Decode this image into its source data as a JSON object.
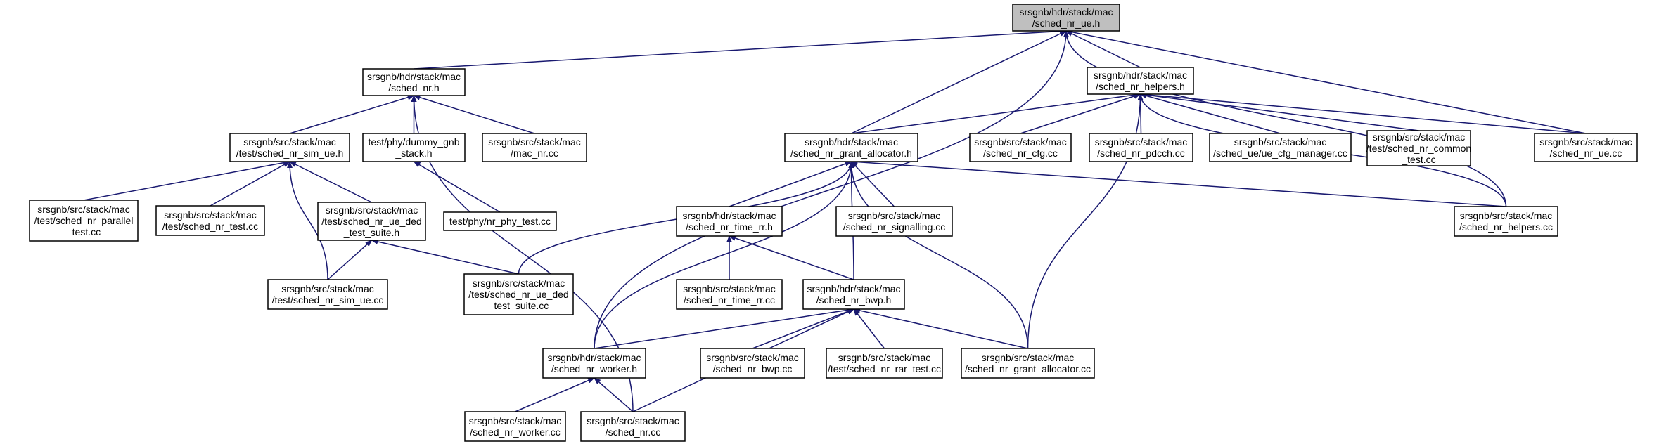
{
  "colors": {
    "edge": "#191970",
    "node_border": "#000000",
    "root_fill": "#bfbfbf",
    "node_fill": "#ffffff"
  },
  "nodes": [
    {
      "id": "n_root",
      "lines": [
        "srsgnb/hdr/stack/mac",
        "/sched_nr_ue.h"
      ]
    },
    {
      "id": "n_sched_nr_h",
      "lines": [
        "srsgnb/hdr/stack/mac",
        "/sched_nr.h"
      ]
    },
    {
      "id": "n_helpers_h",
      "lines": [
        "srsgnb/hdr/stack/mac",
        "/sched_nr_helpers.h"
      ]
    },
    {
      "id": "n_sim_ue_h",
      "lines": [
        "srsgnb/src/stack/mac",
        "/test/sched_nr_sim_ue.h"
      ]
    },
    {
      "id": "n_dummy_gnb",
      "lines": [
        "test/phy/dummy_gnb",
        "_stack.h"
      ]
    },
    {
      "id": "n_mac_nr_cc",
      "lines": [
        "srsgnb/src/stack/mac",
        "/mac_nr.cc"
      ]
    },
    {
      "id": "n_grant_alloc_h",
      "lines": [
        "srsgnb/hdr/stack/mac",
        "/sched_nr_grant_allocator.h"
      ]
    },
    {
      "id": "n_cfg_cc",
      "lines": [
        "srsgnb/src/stack/mac",
        "/sched_nr_cfg.cc"
      ]
    },
    {
      "id": "n_pdcch_cc",
      "lines": [
        "srsgnb/src/stack/mac",
        "/sched_nr_pdcch.cc"
      ]
    },
    {
      "id": "n_ue_cfg_mgr",
      "lines": [
        "srsgnb/src/stack/mac",
        "/sched_ue/ue_cfg_manager.cc"
      ]
    },
    {
      "id": "n_common_test",
      "lines": [
        "srsgnb/src/stack/mac",
        "/test/sched_nr_common",
        "_test.cc"
      ]
    },
    {
      "id": "n_ue_cc",
      "lines": [
        "srsgnb/src/stack/mac",
        "/sched_nr_ue.cc"
      ]
    },
    {
      "id": "n_parallel_test",
      "lines": [
        "srsgnb/src/stack/mac",
        "/test/sched_nr_parallel",
        "_test.cc"
      ]
    },
    {
      "id": "n_nr_test",
      "lines": [
        "srsgnb/src/stack/mac",
        "/test/sched_nr_test.cc"
      ]
    },
    {
      "id": "n_ded_suite_h",
      "lines": [
        "srsgnb/src/stack/mac",
        "/test/sched_nr_ue_ded",
        "_test_suite.h"
      ]
    },
    {
      "id": "n_nr_phy_test",
      "lines": [
        "test/phy/nr_phy_test.cc"
      ]
    },
    {
      "id": "n_time_rr_h",
      "lines": [
        "srsgnb/hdr/stack/mac",
        "/sched_nr_time_rr.h"
      ]
    },
    {
      "id": "n_signalling",
      "lines": [
        "srsgnb/src/stack/mac",
        "/sched_nr_signalling.cc"
      ]
    },
    {
      "id": "n_helpers_cc",
      "lines": [
        "srsgnb/src/stack/mac",
        "/sched_nr_helpers.cc"
      ]
    },
    {
      "id": "n_sim_ue_cc",
      "lines": [
        "srsgnb/src/stack/mac",
        "/test/sched_nr_sim_ue.cc"
      ]
    },
    {
      "id": "n_ded_suite_cc",
      "lines": [
        "srsgnb/src/stack/mac",
        "/test/sched_nr_ue_ded",
        "_test_suite.cc"
      ]
    },
    {
      "id": "n_time_rr_cc",
      "lines": [
        "srsgnb/src/stack/mac",
        "/sched_nr_time_rr.cc"
      ]
    },
    {
      "id": "n_bwp_h",
      "lines": [
        "srsgnb/hdr/stack/mac",
        "/sched_nr_bwp.h"
      ]
    },
    {
      "id": "n_worker_h",
      "lines": [
        "srsgnb/hdr/stack/mac",
        "/sched_nr_worker.h"
      ]
    },
    {
      "id": "n_bwp_cc",
      "lines": [
        "srsgnb/src/stack/mac",
        "/sched_nr_bwp.cc"
      ]
    },
    {
      "id": "n_rar_test",
      "lines": [
        "srsgnb/src/stack/mac",
        "/test/sched_nr_rar_test.cc"
      ]
    },
    {
      "id": "n_grant_alloc_cc",
      "lines": [
        "srsgnb/src/stack/mac",
        "/sched_nr_grant_allocator.cc"
      ]
    },
    {
      "id": "n_worker_cc",
      "lines": [
        "srsgnb/src/stack/mac",
        "/sched_nr_worker.cc"
      ]
    },
    {
      "id": "n_sched_nr_cc",
      "lines": [
        "srsgnb/src/stack/mac",
        "/sched_nr.cc"
      ]
    }
  ],
  "edges": [
    {
      "from": "n_sched_nr_h",
      "to": "n_root"
    },
    {
      "from": "n_helpers_h",
      "to": "n_root"
    },
    {
      "from": "n_grant_alloc_h",
      "to": "n_root"
    },
    {
      "from": "n_ue_cc",
      "to": "n_root"
    },
    {
      "from": "n_helpers_cc",
      "to": "n_root"
    },
    {
      "from": "n_worker_h",
      "to": "n_root"
    },
    {
      "from": "n_sim_ue_h",
      "to": "n_sched_nr_h"
    },
    {
      "from": "n_dummy_gnb",
      "to": "n_sched_nr_h"
    },
    {
      "from": "n_mac_nr_cc",
      "to": "n_sched_nr_h"
    },
    {
      "from": "n_sched_nr_cc",
      "to": "n_sched_nr_h"
    },
    {
      "from": "n_parallel_test",
      "to": "n_sim_ue_h"
    },
    {
      "from": "n_nr_test",
      "to": "n_sim_ue_h"
    },
    {
      "from": "n_ded_suite_h",
      "to": "n_sim_ue_h"
    },
    {
      "from": "n_sim_ue_cc",
      "to": "n_sim_ue_h"
    },
    {
      "from": "n_nr_phy_test",
      "to": "n_dummy_gnb"
    },
    {
      "from": "n_sim_ue_cc",
      "to": "n_ded_suite_h"
    },
    {
      "from": "n_ded_suite_cc",
      "to": "n_ded_suite_h"
    },
    {
      "from": "n_grant_alloc_h",
      "to": "n_helpers_h"
    },
    {
      "from": "n_cfg_cc",
      "to": "n_helpers_h"
    },
    {
      "from": "n_pdcch_cc",
      "to": "n_helpers_h"
    },
    {
      "from": "n_ue_cfg_mgr",
      "to": "n_helpers_h"
    },
    {
      "from": "n_common_test",
      "to": "n_helpers_h"
    },
    {
      "from": "n_ue_cc",
      "to": "n_helpers_h"
    },
    {
      "from": "n_helpers_cc",
      "to": "n_helpers_h"
    },
    {
      "from": "n_grant_alloc_cc",
      "to": "n_helpers_h"
    },
    {
      "from": "n_time_rr_h",
      "to": "n_grant_alloc_h"
    },
    {
      "from": "n_signalling",
      "to": "n_grant_alloc_h"
    },
    {
      "from": "n_helpers_cc",
      "to": "n_grant_alloc_h"
    },
    {
      "from": "n_ded_suite_cc",
      "to": "n_grant_alloc_h"
    },
    {
      "from": "n_bwp_h",
      "to": "n_grant_alloc_h"
    },
    {
      "from": "n_worker_h",
      "to": "n_grant_alloc_h"
    },
    {
      "from": "n_grant_alloc_cc",
      "to": "n_grant_alloc_h"
    },
    {
      "from": "n_time_rr_cc",
      "to": "n_time_rr_h"
    },
    {
      "from": "n_bwp_h",
      "to": "n_time_rr_h"
    },
    {
      "from": "n_worker_h",
      "to": "n_bwp_h"
    },
    {
      "from": "n_bwp_cc",
      "to": "n_bwp_h"
    },
    {
      "from": "n_rar_test",
      "to": "n_bwp_h"
    },
    {
      "from": "n_grant_alloc_cc",
      "to": "n_bwp_h"
    },
    {
      "from": "n_sched_nr_cc",
      "to": "n_bwp_h"
    },
    {
      "from": "n_worker_cc",
      "to": "n_worker_h"
    },
    {
      "from": "n_sched_nr_cc",
      "to": "n_worker_h"
    }
  ]
}
